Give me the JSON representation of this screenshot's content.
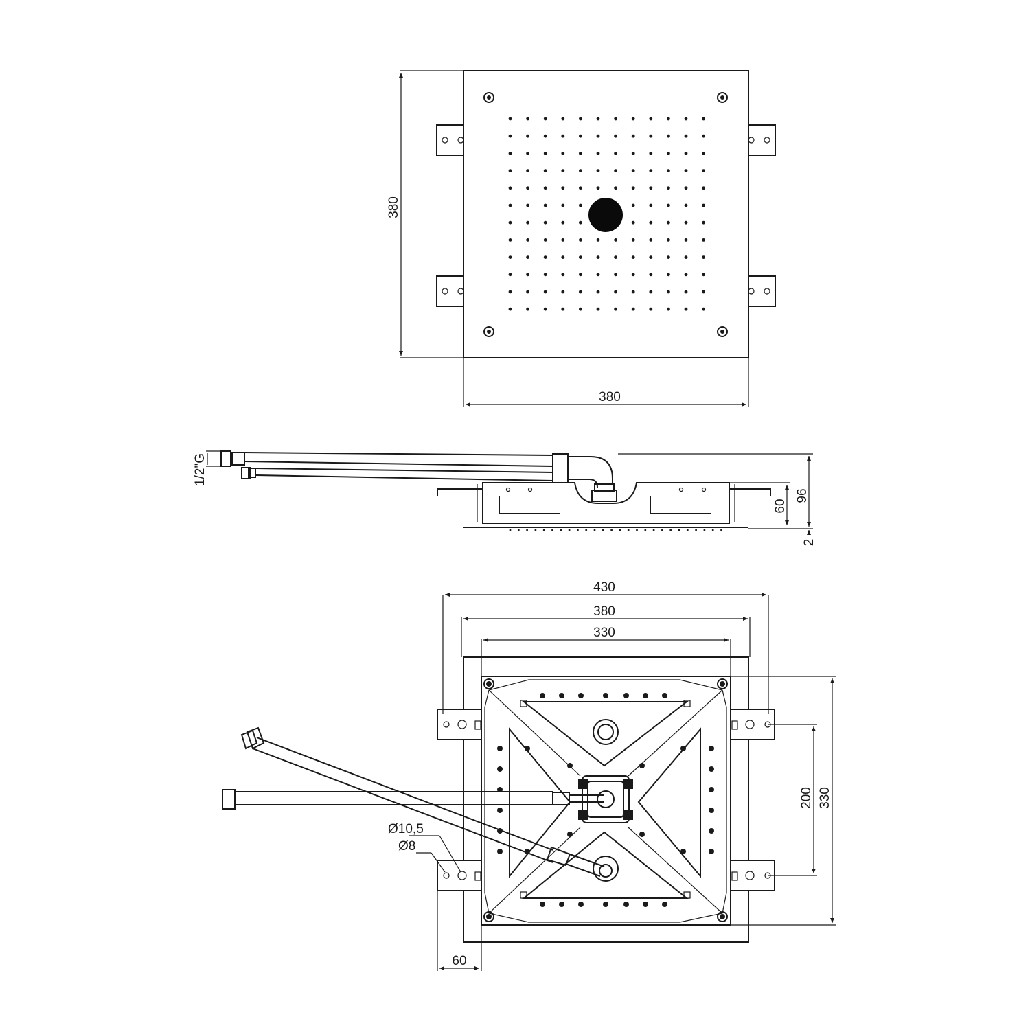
{
  "top_view": {
    "width_label": "380",
    "height_label": "380"
  },
  "side_view": {
    "thread_label": "1/2\"G",
    "total_height_label": "96",
    "body_height_label": "60",
    "plate_thickness_label": "2"
  },
  "bottom_view": {
    "overall_width_label": "430",
    "plate_width_label": "380",
    "body_width_label": "330",
    "body_height_label": "330",
    "bracket_spacing_label": "200",
    "bracket_depth_label": "60",
    "hole_large_label": "Ø10,5",
    "hole_small_label": "Ø8"
  }
}
